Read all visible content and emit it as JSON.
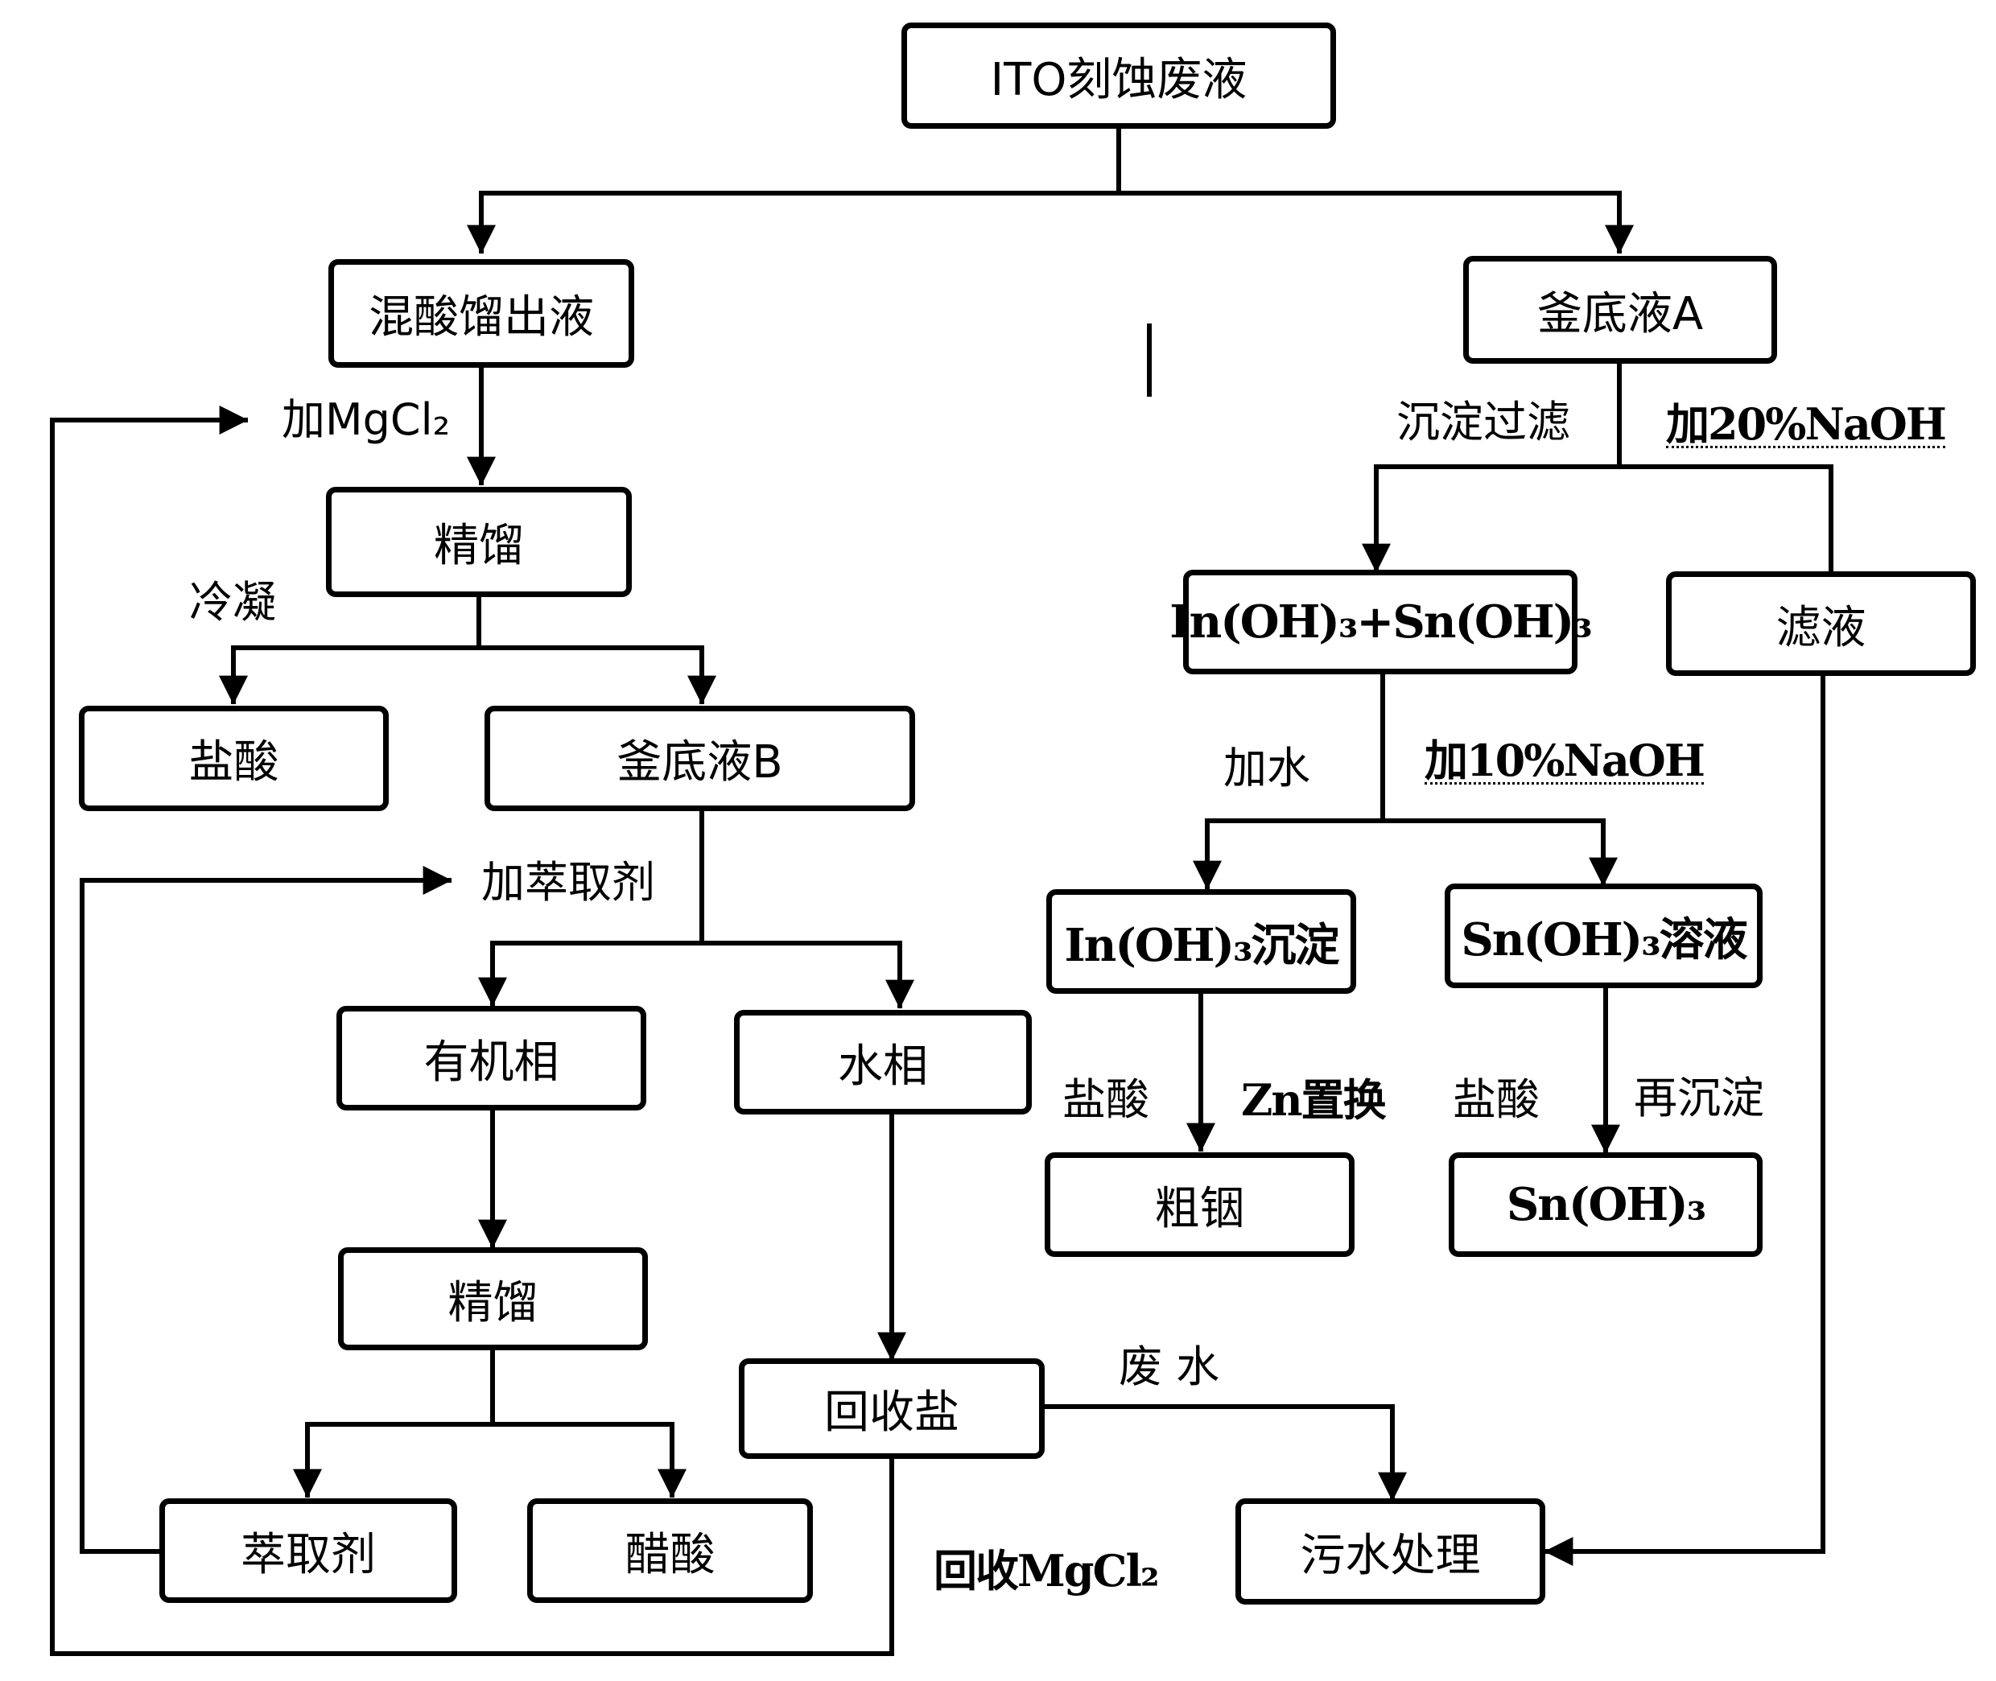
{
  "nodes": {
    "ito_waste": "ITO刻蚀废液",
    "mixed_acid_distillate": "混酸馏出液",
    "kettle_bottom_a": "釜底液A",
    "rectify_1": "精馏",
    "hydroxide_precipitate": "In(OH)₃+Sn(OH)₃",
    "filtrate": "滤液",
    "hydrochloric_acid": "盐酸",
    "kettle_bottom_b": "釜底液B",
    "in_oh3_precipitate": "In(OH)₃沉淀",
    "sn_oh3_solution": "Sn(OH)₃溶液",
    "organic_phase": "有机相",
    "aqueous_phase": "水相",
    "crude_indium": "粗铟",
    "sn_oh3": "Sn(OH)₃",
    "rectify_2": "精馏",
    "recovered_salt": "回收盐",
    "extractant": "萃取剂",
    "acetic_acid": "醋酸",
    "wastewater_treatment": "污水处理"
  },
  "labels": {
    "add_mgcl2": "加MgCl₂",
    "precipitate_filter": "沉淀过滤",
    "add_naoh_20": "加20%NaOH",
    "condense": "冷凝",
    "add_water": "加水",
    "add_naoh_10": "加10%NaOH",
    "add_extractant": "加萃取剂",
    "hcl_left": "盐酸",
    "zn_replace": "Zn置换",
    "hcl_right": "盐酸",
    "reprecipitate": "再沉淀",
    "waste_water": "废 水",
    "recover_mgcl2": "回收MgCl₂"
  }
}
